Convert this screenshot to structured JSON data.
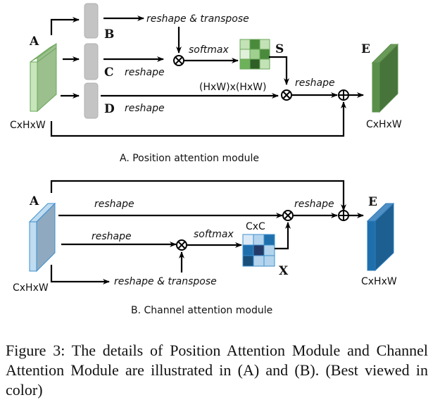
{
  "position_module": {
    "title": "A. Position attention module",
    "input_label": "A",
    "input_dims": "CxHxW",
    "branch_b": "B",
    "branch_c": "C",
    "branch_d": "D",
    "op_reshape_transpose": "reshape & transpose",
    "op_reshape_c": "reshape",
    "op_reshape_d": "reshape",
    "op_softmax": "softmax",
    "matrix_label": "S",
    "matrix_dims": "(HxW)x(HxW)",
    "op_reshape_out": "reshape",
    "output_label": "E",
    "output_dims": "CxHxW",
    "matrix_colors": [
      "#c3e2b6",
      "#4a8a3c",
      "#c3e2b6",
      "#e0f0da",
      "#9fd08f",
      "#4a8a3c",
      "#6db25a",
      "#2f5e27",
      "#c3e2b6"
    ]
  },
  "channel_module": {
    "title": "B. Channel attention module",
    "input_label": "A",
    "input_dims": "CxHxW",
    "op_reshape_top": "reshape",
    "op_reshape_mid": "reshape",
    "op_reshape_transpose": "reshape & transpose",
    "op_softmax": "softmax",
    "matrix_dims": "CxC",
    "matrix_label": "X",
    "op_reshape_out": "reshape",
    "output_label": "E",
    "output_dims": "CxHxW",
    "matrix_colors": [
      "#dbe9f7",
      "#b3d4ec",
      "#1f6fad",
      "#1f6fad",
      "#243a66",
      "#b3d4ec",
      "#1a4f7a",
      "#b3d4ec",
      "#b3d4ec"
    ]
  },
  "caption": "Figure 3: The details of Position Attention Module and Channel Attention Module are illustrated in (A) and (B). (Best viewed in color)"
}
